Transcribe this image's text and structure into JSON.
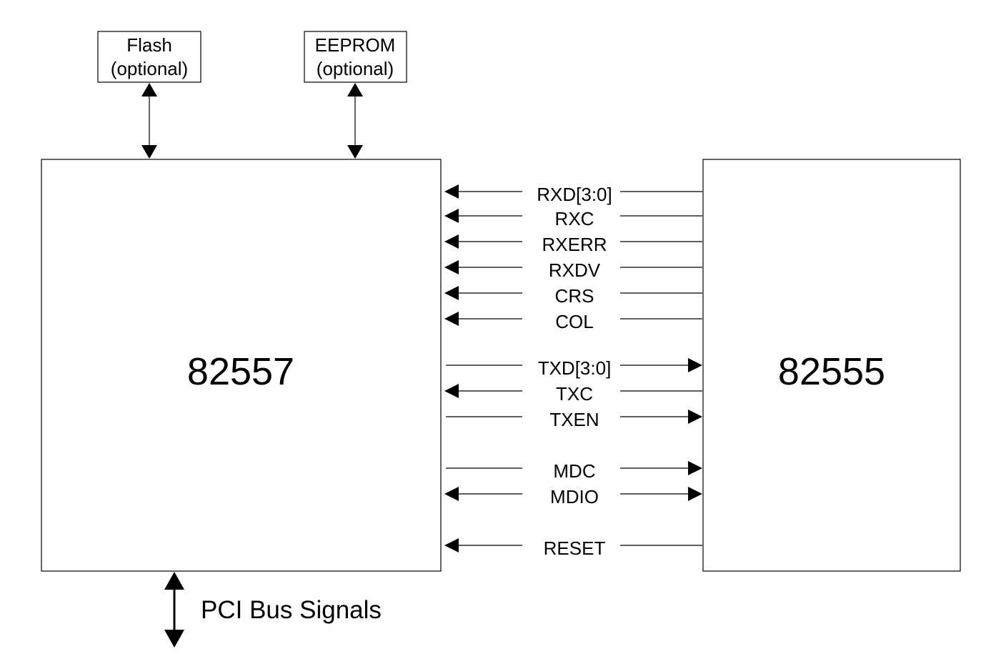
{
  "flash": {
    "line1": "Flash",
    "line2": "(optional)"
  },
  "eeprom": {
    "line1": "EEPROM",
    "line2": "(optional)"
  },
  "chip_left": {
    "label": "82557"
  },
  "chip_right": {
    "label": "82555"
  },
  "pci": {
    "label": "PCI Bus Signals"
  },
  "signals": [
    {
      "name": "RXD[3:0]",
      "direction": "to-82557"
    },
    {
      "name": "RXC",
      "direction": "to-82557"
    },
    {
      "name": "RXERR",
      "direction": "to-82557"
    },
    {
      "name": "RXDV",
      "direction": "to-82557"
    },
    {
      "name": "CRS",
      "direction": "to-82557"
    },
    {
      "name": "COL",
      "direction": "to-82557"
    },
    {
      "name": "TXD[3:0]",
      "direction": "to-82555"
    },
    {
      "name": "TXC",
      "direction": "to-82557"
    },
    {
      "name": "TXEN",
      "direction": "to-82555"
    },
    {
      "name": "MDC",
      "direction": "to-82555"
    },
    {
      "name": "MDIO",
      "direction": "bidirectional"
    },
    {
      "name": "RESET",
      "direction": "to-82557"
    }
  ]
}
